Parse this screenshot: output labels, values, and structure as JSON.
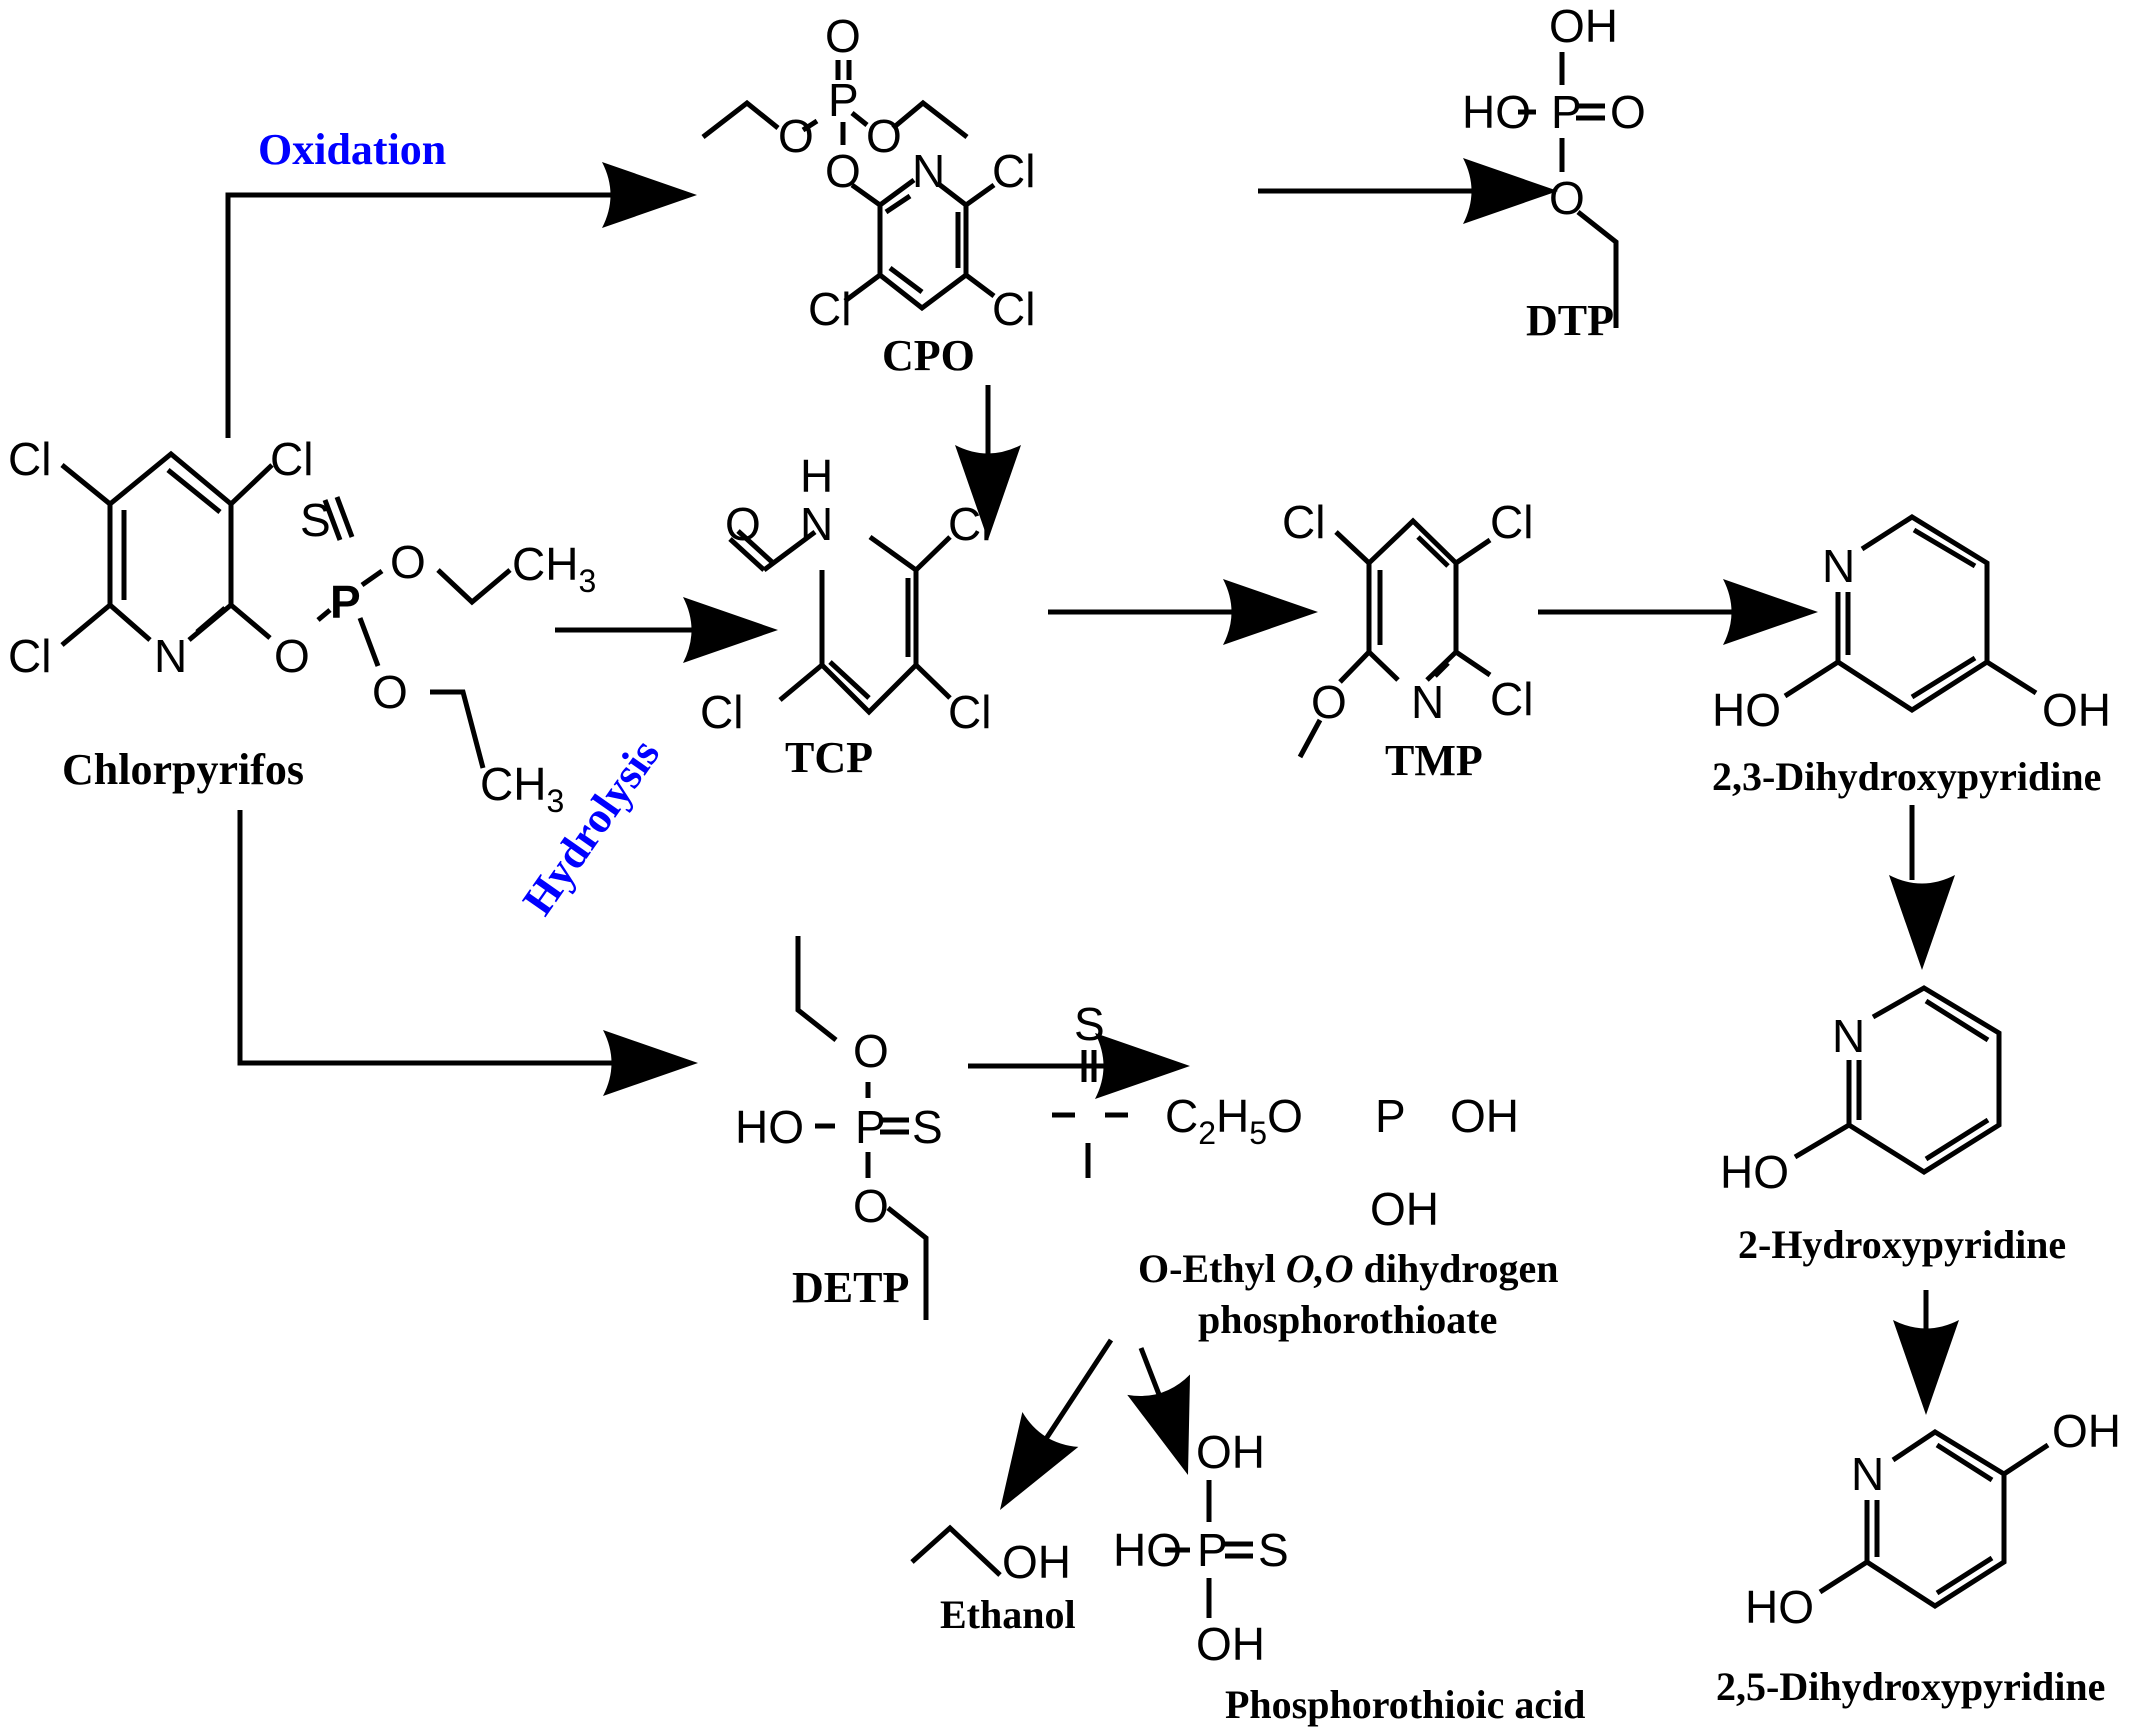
{
  "figure": {
    "title": "Chlorpyrifos degradation pathway",
    "colors": {
      "process_label": "#0000ff",
      "highlight_atom": "#ff0000",
      "ink": "#000000"
    },
    "processes": {
      "oxidation": "Oxidation",
      "hydrolysis": "Hydrolysis"
    },
    "compounds": {
      "chlorpyrifos": {
        "name": "Chlorpyrifos",
        "atoms": {
          "cl1": "Cl",
          "cl2": "Cl",
          "cl3": "Cl",
          "n": "N",
          "o1": "O",
          "p": "P",
          "s": "S",
          "o2": "O",
          "o3": "O",
          "ch3a": "CH",
          "ch3b": "CH",
          "sub3": "3"
        }
      },
      "cpo": {
        "name": "CPO",
        "atoms": {
          "o_top": "O",
          "p": "P",
          "o_left": "O",
          "o_right": "O",
          "o_ring": "O",
          "n": "N",
          "cl1": "Cl",
          "cl2": "Cl",
          "cl3": "Cl"
        }
      },
      "dtp": {
        "name": "DTP",
        "atoms": {
          "oh_top": "OH",
          "ho_left": "HO",
          "p": "P",
          "o_right": "O",
          "o_bottom": "O"
        }
      },
      "tcp": {
        "name": "TCP",
        "atoms": {
          "o": "O",
          "h": "H",
          "n": "N",
          "cl1": "Cl",
          "cl2": "Cl",
          "cl3": "Cl"
        }
      },
      "tmp": {
        "name": "TMP",
        "atoms": {
          "cl1": "Cl",
          "cl2": "Cl",
          "cl3": "Cl",
          "o": "O",
          "n": "N"
        }
      },
      "dhp23": {
        "name": "2,3-Dihydroxypyridine",
        "atoms": {
          "n": "N",
          "ho": "HO",
          "oh": "OH"
        }
      },
      "hp2": {
        "name": "2-Hydroxypyridine",
        "atoms": {
          "n": "N",
          "ho": "HO"
        }
      },
      "dhp25": {
        "name": "2,5-Dihydroxypyridine",
        "atoms": {
          "n": "N",
          "ho": "HO",
          "oh": "OH"
        }
      },
      "detp": {
        "name": "DETP",
        "atoms": {
          "o_top": "O",
          "ho": "HO",
          "p": "P",
          "s": "S",
          "o_bottom": "O"
        }
      },
      "oedp": {
        "name_line1_a": "O-Ethyl ",
        "name_line1_italic": "O,O",
        "name_line1_b": " dihydrogen",
        "name_line2": "phosphorothioate",
        "atoms": {
          "s": "S",
          "c": "C",
          "sub2": "2",
          "h": "H",
          "sub5": "5",
          "o": "O",
          "p": "P",
          "oh_right": "OH",
          "oh_bottom": "OH"
        }
      },
      "ethanol": {
        "name": "Ethanol",
        "atoms": {
          "oh": "OH"
        }
      },
      "pta": {
        "name": "Phosphorothioic acid",
        "atoms": {
          "oh_top": "OH",
          "ho": "HO",
          "p": "P",
          "s": "S",
          "oh_bottom": "OH"
        }
      }
    }
  }
}
